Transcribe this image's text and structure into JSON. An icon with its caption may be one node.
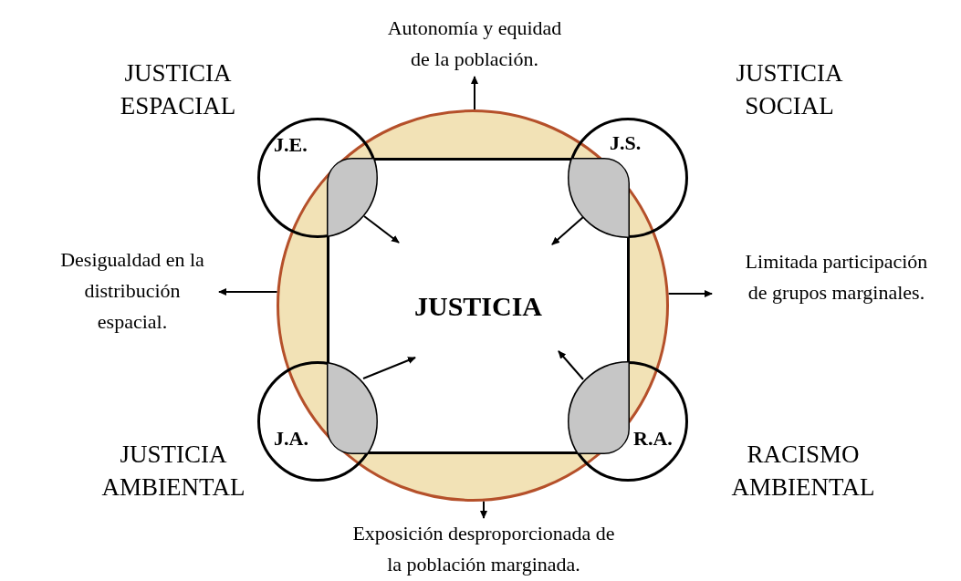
{
  "diagram": {
    "nodes": [
      {
        "text": [
          "Autonomía y equidad de la población."
        ]
      },
      {
        "text": [
          "J.E."
        ],
        "beside": [
          "JUSTICIA ESPACIAL"
        ]
      },
      {
        "text": [
          "J.S."
        ],
        "beside": [
          "JUSTICIA SOCIAL"
        ]
      },
      {
        "text": [],
        "shape": "circle"
      },
      {
        "text": [
          "JUSTICIA"
        ],
        "in": 3
      },
      {
        "text": [
          "Desigualdad en la distribución espacial."
        ]
      },
      {
        "text": [
          "Limitada participación de grupos marginales."
        ]
      },
      {
        "text": [
          "J.A."
        ],
        "beside": [
          "JUSTICIA AMBIENTAL"
        ]
      },
      {
        "text": [
          "R.A."
        ],
        "beside": [
          "RACISMO AMBIENTAL"
        ]
      },
      {
        "text": [
          "Exposición desproporcionada de la población marginada."
        ]
      }
    ],
    "edges": [
      {
        "from": 3,
        "to": 0,
        "arrow": "to"
      },
      {
        "from": 3,
        "to": 5,
        "arrow": "to"
      },
      {
        "from": 3,
        "to": 6,
        "arrow": "to"
      },
      {
        "from": 3,
        "to": 9,
        "arrow": "to"
      },
      {
        "from": 1,
        "to": 4,
        "arrow": "to"
      },
      {
        "from": 2,
        "to": 4,
        "arrow": "to"
      },
      {
        "from": 7,
        "to": 4,
        "arrow": "to"
      },
      {
        "from": 8,
        "to": 4,
        "arrow": "to"
      }
    ]
  }
}
